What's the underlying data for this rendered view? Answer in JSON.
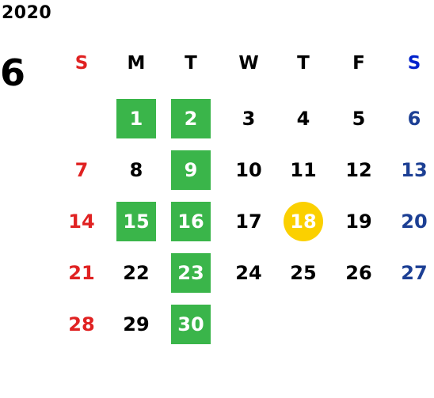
{
  "calendar": {
    "year": "2020",
    "month": "6",
    "weekdays": [
      "S",
      "M",
      "T",
      "W",
      "T",
      "F",
      "S"
    ],
    "start_offset": 1,
    "days": [
      "1",
      "2",
      "3",
      "4",
      "5",
      "6",
      "7",
      "8",
      "9",
      "10",
      "11",
      "12",
      "13",
      "14",
      "15",
      "16",
      "17",
      "18",
      "19",
      "20",
      "21",
      "22",
      "23",
      "24",
      "25",
      "26",
      "27",
      "28",
      "29",
      "30"
    ],
    "highlighted_days": [
      "1",
      "2",
      "9",
      "15",
      "16",
      "23",
      "30"
    ],
    "today": "18",
    "colors": {
      "sunday": "#e02222",
      "saturday": "#1c3f94",
      "saturday_header": "#0022cc",
      "highlight": "#3ab54a",
      "today": "#fbd000",
      "text": "#000000"
    }
  }
}
